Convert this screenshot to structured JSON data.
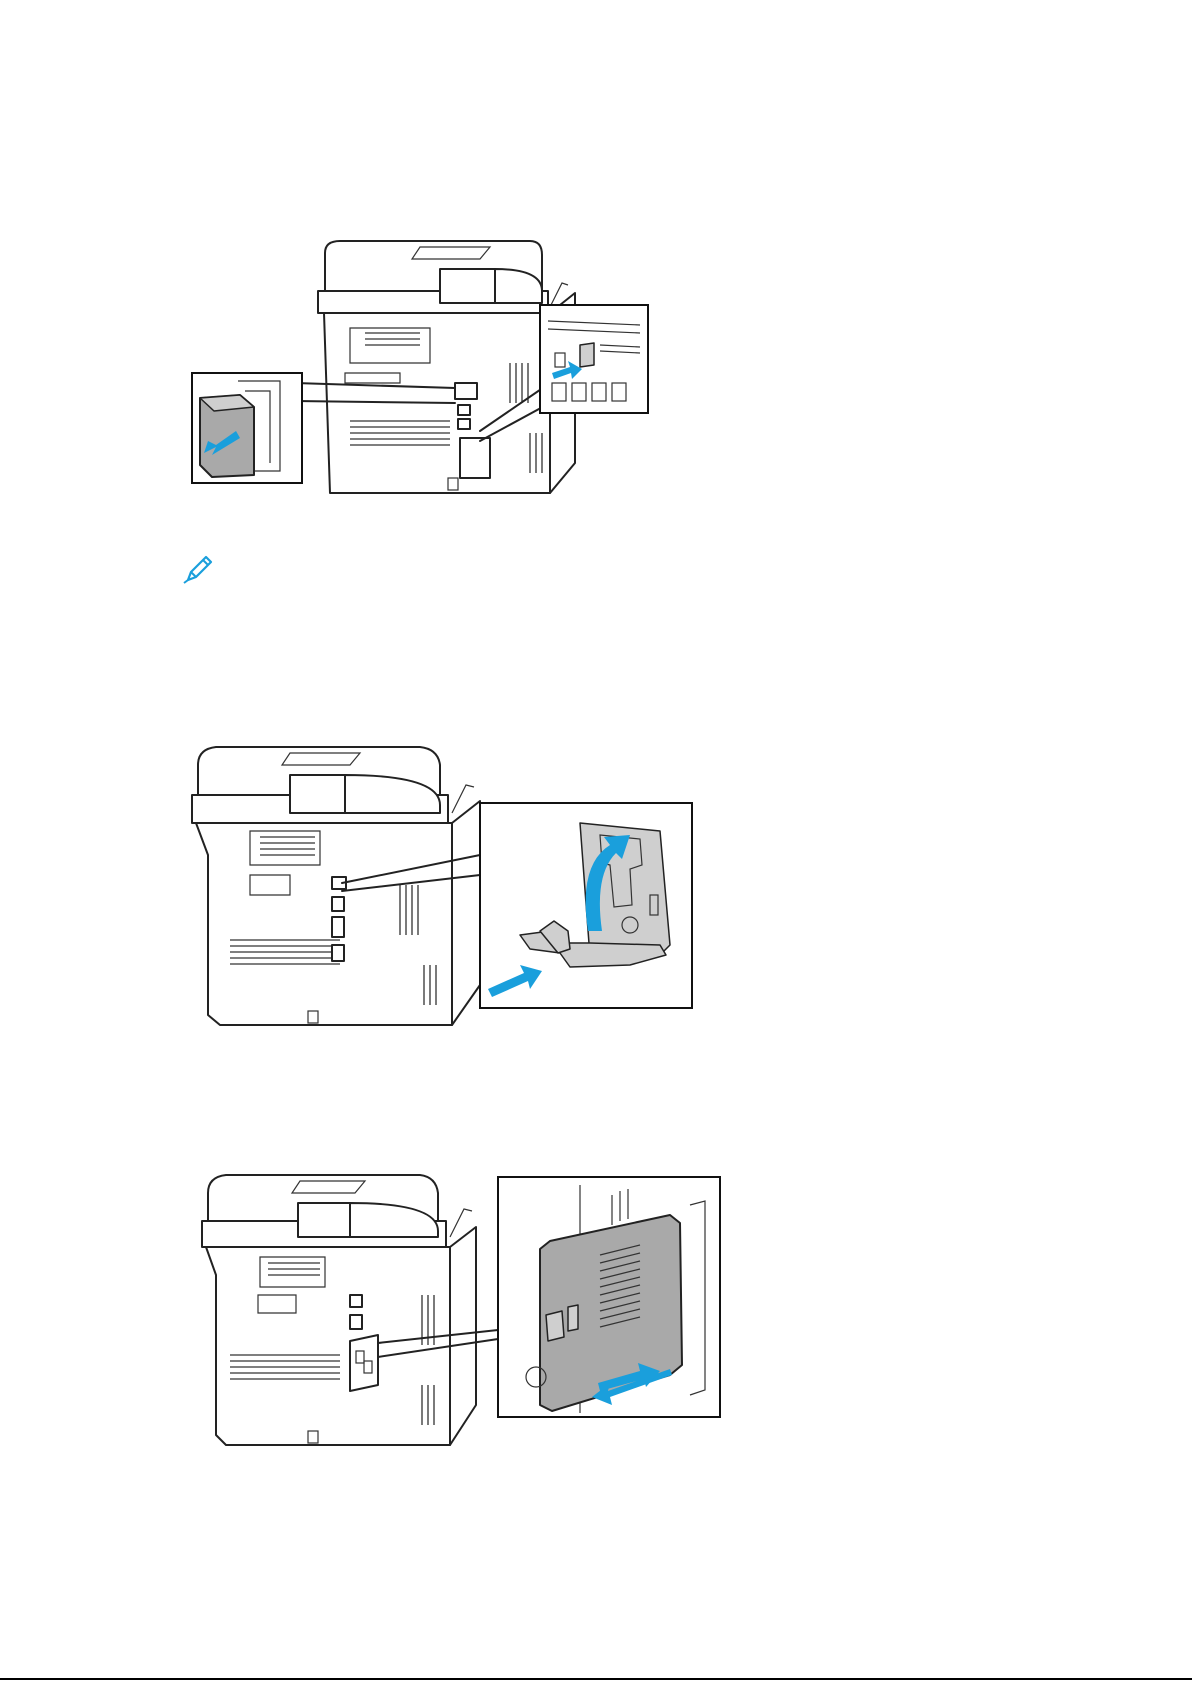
{
  "colors": {
    "arrow": "#1a9fdc",
    "illustration_line": "#222222",
    "cover_fill": "#a9a9a9",
    "footer_rule": "#000000"
  },
  "icons": {
    "note": "pencil-icon",
    "arrows": "blue-arrow-icon"
  },
  "illustrations": [
    {
      "name": "remove-port-cover-and-press-latch",
      "insets": 2,
      "arrows": 2
    },
    {
      "name": "open-connector-door-and-insert",
      "insets": 1,
      "arrows": 2
    },
    {
      "name": "attach-side-cover",
      "insets": 1,
      "arrows": 1
    }
  ]
}
